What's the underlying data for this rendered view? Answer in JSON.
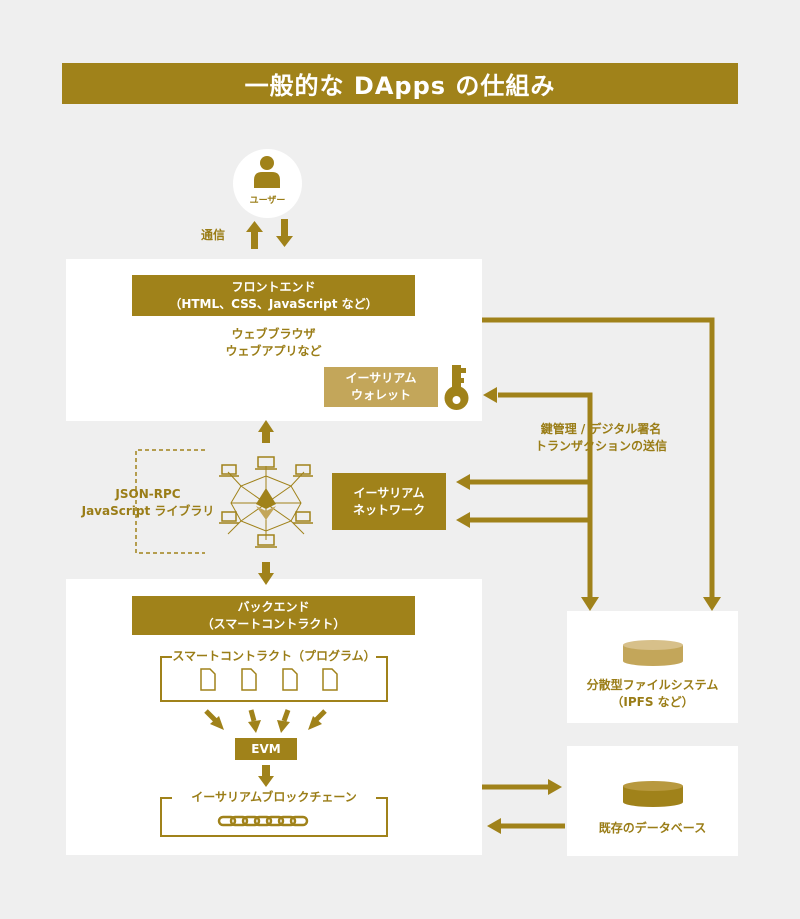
{
  "title": "一般的な DApps の仕組み",
  "user": {
    "label": "ユーザー"
  },
  "communication_label": "通信",
  "frontend": {
    "header_line1": "フロントエンド",
    "header_line2": "（HTML、CSS、JavaScript など）",
    "sub_line1": "ウェブブラウザ",
    "sub_line2": "ウェブアプリなど",
    "wallet_line1": "イーサリアム",
    "wallet_line2": "ウォレット"
  },
  "key_management": {
    "line1": "鍵管理 / デジタル署名",
    "line2": "トランザクションの送信"
  },
  "json_rpc": {
    "line1": "JSON-RPC",
    "line2": "JavaScript ライブラリ"
  },
  "network": {
    "line1": "イーサリアム",
    "line2": "ネットワーク"
  },
  "backend": {
    "header_line1": "バックエンド",
    "header_line2": "（スマートコントラクト）",
    "contracts_label": "スマートコントラクト（プログラム）",
    "evm_label": "EVM",
    "blockchain_label": "イーサリアムブロックチェーン"
  },
  "filesystem": {
    "line1": "分散型ファイルシステム",
    "line2": "（IPFS など）"
  },
  "database": {
    "label": "既存のデータベース"
  },
  "colors": {
    "gold": "#a0821a",
    "light_gold": "#c3a65a",
    "panel": "#ffffff",
    "background": "#efefef"
  }
}
